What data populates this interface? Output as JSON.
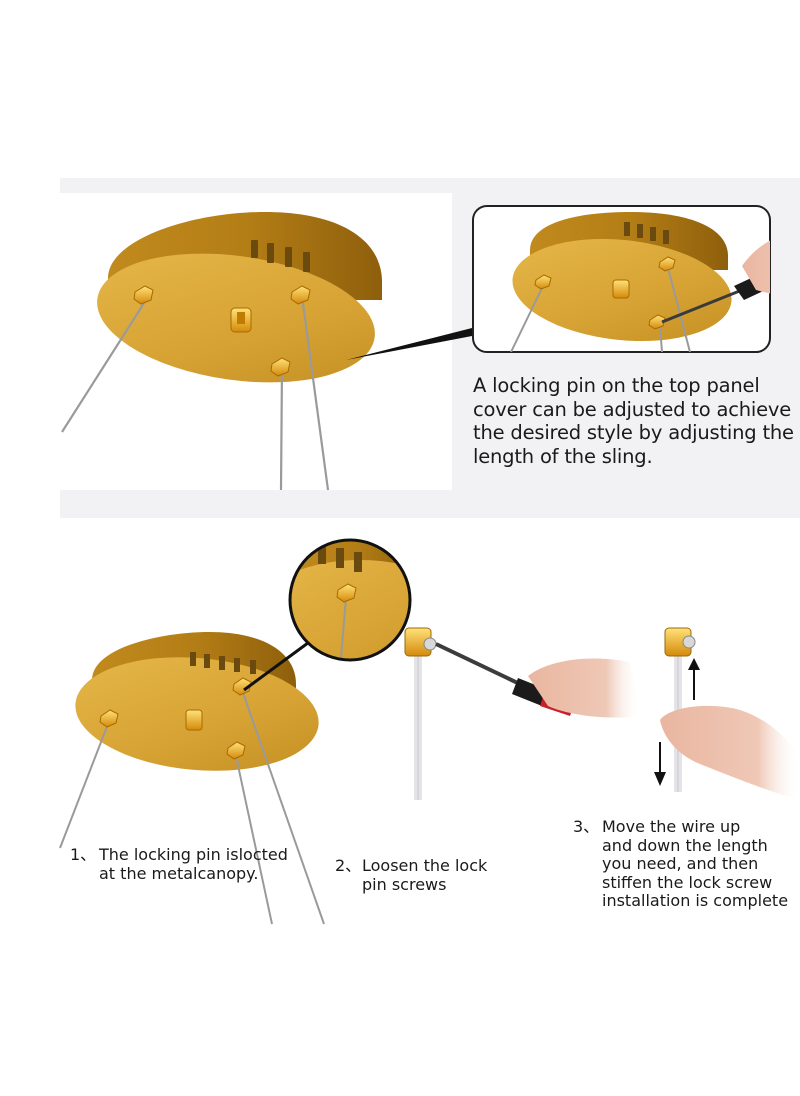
{
  "top_caption": {
    "lines": [
      "A locking pin on the top panel",
      "cover can be adjusted to achieve",
      "the desired style by adjusting the",
      "length of the sling."
    ]
  },
  "steps": [
    {
      "number": "1、",
      "lines": [
        "The locking pin islocted",
        "at the metalcanopy."
      ]
    },
    {
      "number": "2、",
      "lines": [
        "Loosen the lock",
        "pin screws"
      ]
    },
    {
      "number": "3、",
      "lines": [
        "Move the wire up",
        "and down the length",
        "you need, and then",
        "stiffen the lock screw",
        "installation is complete"
      ]
    }
  ],
  "colors": {
    "gold": "#d9a732",
    "gold_dark": "#a87714",
    "panel_bg": "#f2f2f4",
    "wire": "#9a9a9a",
    "handle_red": "#c9202a",
    "handle_black": "#1b1b1b",
    "skin": "#e8b49c"
  },
  "icons": [
    "up-arrow-icon",
    "down-arrow-icon"
  ]
}
